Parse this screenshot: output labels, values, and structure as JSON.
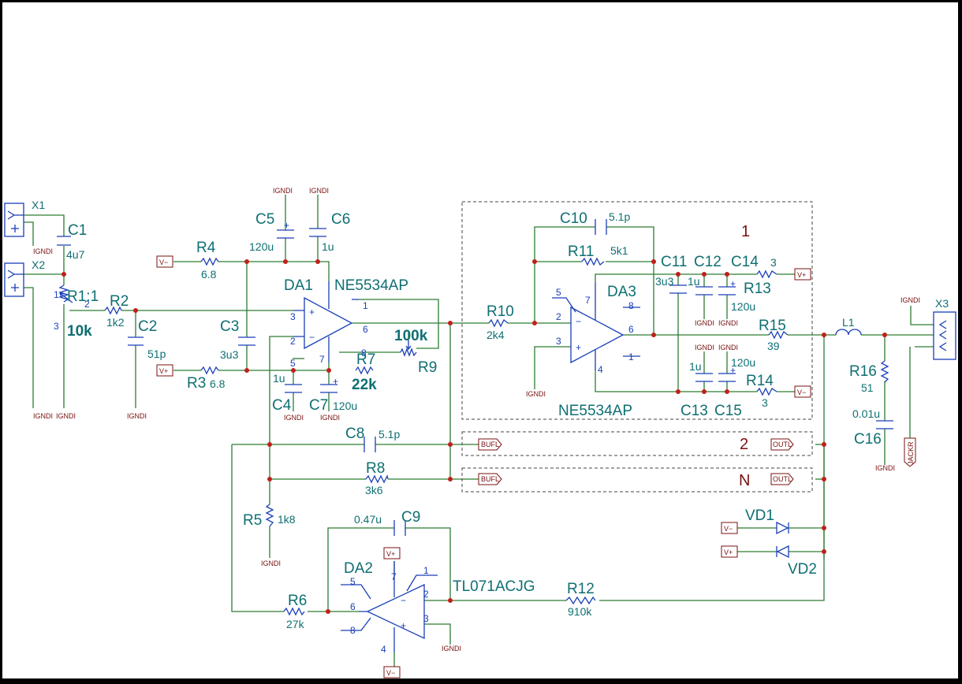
{
  "colors": {
    "wire": "#2e7d32",
    "symbol": "#1a3fb8",
    "label": "#0f6f73",
    "junction": "#c0201a",
    "net": "#7a1010"
  },
  "parts": {
    "X1": "X1",
    "X2": "X2",
    "X3": "X3",
    "C1": "C1",
    "C1v": "4u7",
    "R1": "R1:1",
    "R1v": "10k",
    "R2": "R2",
    "R2v": "1k2",
    "C2": "C2",
    "C2v": "51p",
    "R4": "R4",
    "R4v": "6.8",
    "R3": "R3",
    "R3v": "6.8",
    "C3": "C3",
    "C3v": "3u3",
    "C5": "C5",
    "C5v": "120u",
    "C6": "C6",
    "C6v": "1u",
    "DA1": "DA1",
    "DA1t": "NE5534AP",
    "C4": "C4",
    "C4v": "1u",
    "C7": "C7",
    "C7v": "120u",
    "R7": "R7",
    "R7v": "22k",
    "R9": "R9",
    "R9v": "100k",
    "C8": "C8",
    "C8v": "5.1p",
    "R8": "R8",
    "R8v": "3k6",
    "R5": "R5",
    "R5v": "1k8",
    "C9": "C9",
    "C9v": "0.47u",
    "DA2": "DA2",
    "DA2t": "TL071ACJG",
    "R6": "R6",
    "R6v": "27k",
    "R12": "R12",
    "R12v": "910k",
    "R10": "R10",
    "R10v": "2k4",
    "C10": "C10",
    "C10v": "5.1p",
    "R11": "R11",
    "R11v": "5k1",
    "DA3": "DA3",
    "DA3t": "NE5534AP",
    "C11": "C11",
    "C11v": "3u3",
    "C12": "C12",
    "C12v": "1u",
    "C14": "C14",
    "C14v": "120u",
    "R13": "R13",
    "R13v": "3",
    "R15": "R15",
    "R15v": "39",
    "C13": "C13",
    "C13v": "1u",
    "C15": "C15",
    "C15v": "120u",
    "R14": "R14",
    "R14v": "3",
    "L1": "L1",
    "R16": "R16",
    "R16v": "51",
    "C16": "C16",
    "C16v": "0.01u",
    "VD1": "VD1",
    "VD2": "VD2"
  },
  "pins": {
    "r1_1": "1",
    "r1_2": "2",
    "r1_3": "3",
    "da1_1": "1",
    "da1_2": "2",
    "da1_3": "3",
    "da1_5": "5",
    "da1_6": "6",
    "da1_7": "7",
    "da1_8": "8",
    "da2_1": "1",
    "da2_2": "2",
    "da2_3": "3",
    "da2_4": "4",
    "da2_5": "5",
    "da2_6": "6",
    "da2_7": "7",
    "da2_8": "8",
    "da3_1": "1",
    "da3_2": "2",
    "da3_3": "3",
    "da3_4": "4",
    "da3_5": "5",
    "da3_6": "6",
    "da3_7": "7",
    "da3_8": "8",
    "plus": "+",
    "minus": "−"
  },
  "nets": {
    "ground": "IGNDI",
    "vminus": "V−",
    "vplus": "V+",
    "jackr": "JACKR",
    "bufl": "BUFL",
    "outl": "OUTL"
  },
  "channels": {
    "ch1": "1",
    "ch2": "2",
    "chN": "N"
  }
}
